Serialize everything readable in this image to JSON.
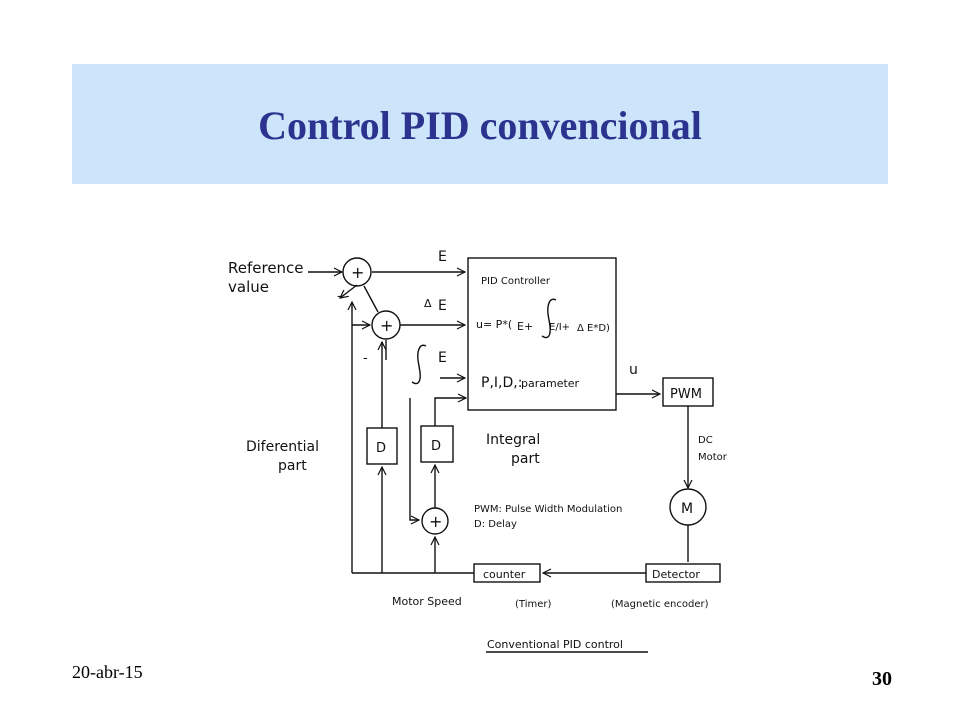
{
  "slide": {
    "title": "Control PID convencional",
    "date": "20-abr-15",
    "page_number": "30"
  },
  "diagram": {
    "ref_label_1": "Reference",
    "ref_label_2": "value",
    "plus": "+",
    "minus": "-",
    "e": "E",
    "delta": "Δ",
    "integral": "∫",
    "pid_title": "PID Controller",
    "formula_u": "u= P*(",
    "formula_e": "E+",
    "formula_ei": "E/I+",
    "formula_delta": "Δ",
    "formula_ed": "E*D)",
    "params_main": "P,I,D,:",
    "params_sub": "parameter",
    "u": "u",
    "pwm": "PWM",
    "dc_1": "DC",
    "dc_2": "Motor",
    "motor": "M",
    "d": "D",
    "diff_1": "Diferential",
    "diff_2": "part",
    "int_1": "Integral",
    "int_2": "part",
    "legend_1": "PWM: Pulse Width Modulation",
    "legend_2": "D:  Delay",
    "counter": "counter",
    "detector": "Detector",
    "motor_speed": "Motor Speed",
    "timer": "(Timer)",
    "encoder": "(Magnetic encoder)",
    "caption": "Conventional PID control"
  }
}
